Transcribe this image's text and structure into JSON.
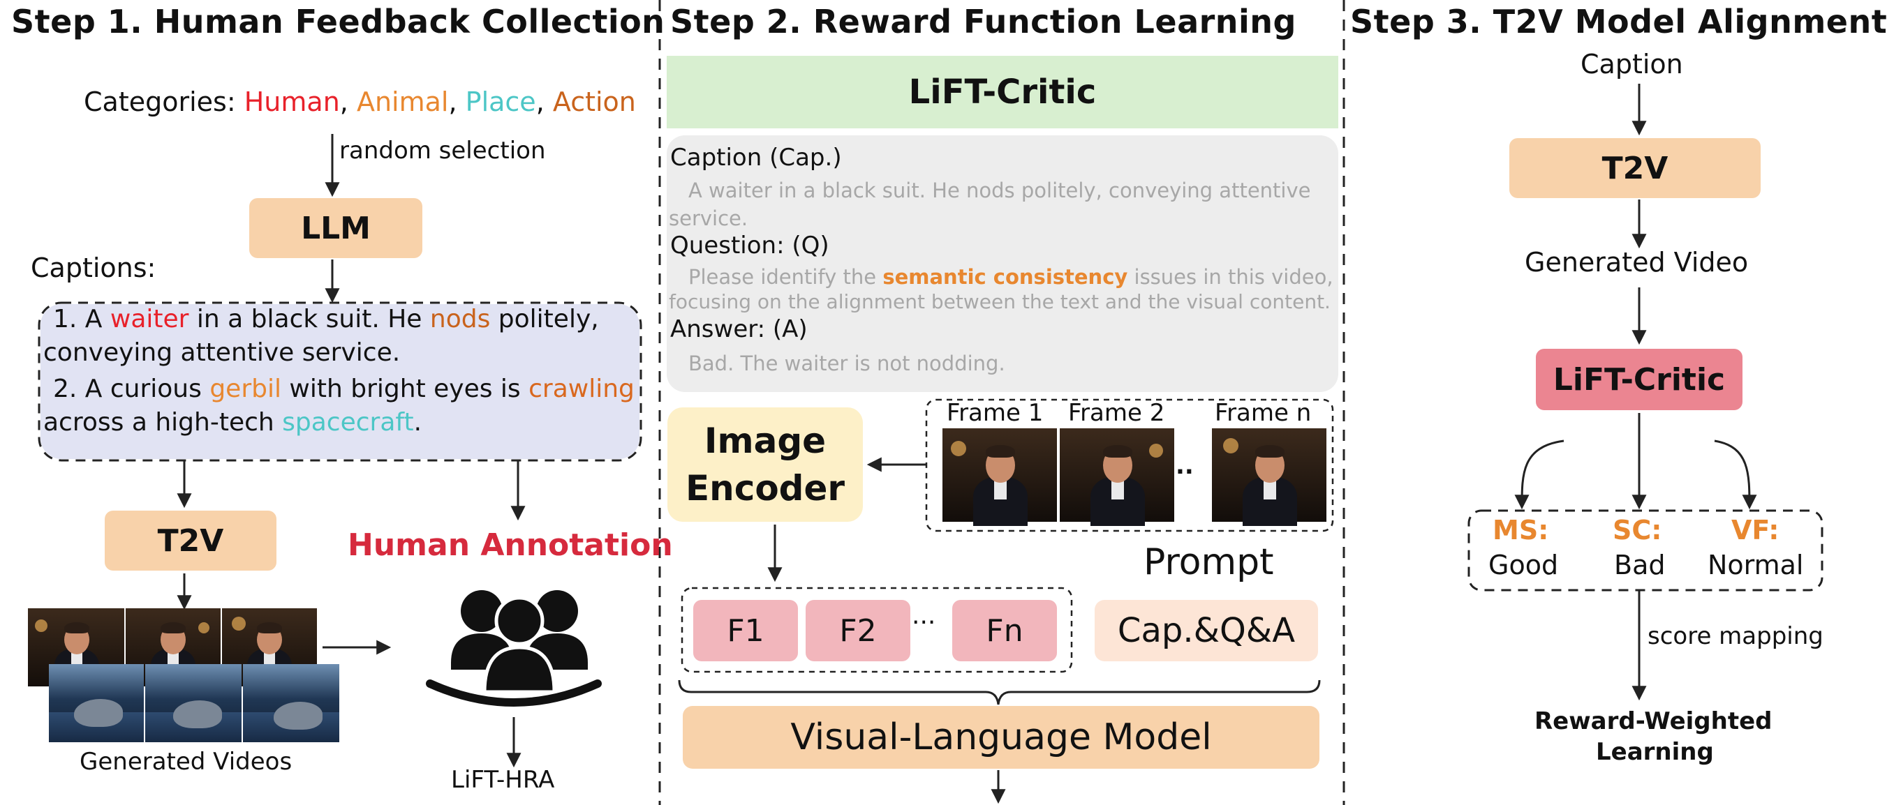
{
  "steps": [
    {
      "title": "Step 1. Human Feedback Collection"
    },
    {
      "title": "Step 2. Reward Function Learning"
    },
    {
      "title": "Step 3. T2V Model Alignment"
    }
  ],
  "step1": {
    "categories_label": "Categories:",
    "categories": [
      {
        "text": "Human",
        "color": "#e8212a"
      },
      {
        "text": "Animal",
        "color": "#e8872f"
      },
      {
        "text": "Place",
        "color": "#4cc6c6"
      },
      {
        "text": "Action",
        "color": "#c9631c"
      }
    ],
    "random_selection": "random selection",
    "llm": "LLM",
    "captions_label": "Captions:",
    "caption1": {
      "p1": "1. A ",
      "w1": "waiter",
      "p2": " in a black suit. He ",
      "w2": "nods",
      "p3": " politely,",
      "line2": "conveying attentive service."
    },
    "caption2": {
      "p1": "2. A curious ",
      "w1": "gerbil",
      "p2": " with bright eyes is ",
      "w2": "crawling",
      "line2a": "across a high-tech ",
      "w3": "spacecraft",
      "line2b": "."
    },
    "t2v": "T2V",
    "human_annotation": "Human Annotation",
    "generated_videos": "Generated Videos",
    "lift_hra": "LiFT-HRA"
  },
  "step2": {
    "critic": "LiFT-Critic",
    "caption_label": "Caption (Cap.)",
    "caption_text_line1": "A waiter in a black suit. He nods politely, conveying attentive",
    "caption_text_line2": "service.",
    "question_label": "Question: (Q)",
    "question_pre": "Please identify the ",
    "question_highlight": "semantic consistency",
    "question_post": " issues in this video,",
    "question_line2": "focusing on the alignment between the text and the visual content.",
    "answer_label": "Answer: (A)",
    "answer_text": "Bad. The waiter is not nodding.",
    "image_encoder_line1": "Image",
    "image_encoder_line2": "Encoder",
    "frame1": "Frame 1",
    "frame2": "Frame 2",
    "framen": "Frame n",
    "frame_dots": "..",
    "features": [
      "F1",
      "F2",
      "Fn"
    ],
    "feature_dots": "...",
    "prompt_label": "Prompt",
    "prompt_box": "Cap.&Q&A",
    "vlm": "Visual-Language Model"
  },
  "step3": {
    "caption": "Caption",
    "t2v": "T2V",
    "generated_video": "Generated Video",
    "critic": "LiFT-Critic",
    "scores": [
      {
        "label": "MS:",
        "value": "Good"
      },
      {
        "label": "SC:",
        "value": "Bad"
      },
      {
        "label": "VF:",
        "value": "Normal"
      }
    ],
    "score_mapping": "score mapping",
    "reward_line1": "Reward-Weighted",
    "reward_line2": "Learning"
  },
  "colors": {
    "orange_box": "#f8d2aa",
    "pink_box": "#f2b6bc",
    "critic_box": "#eb8591",
    "green_header": "#d8efd0",
    "gray_panel": "#ededed",
    "lavender_panel": "#e1e3f3",
    "yellow_box": "#fdf0c8",
    "peach_box": "#fde5d6",
    "orange_text": "#e8872f",
    "red_text": "#e8212a",
    "crimson_title": "#d62a3d"
  }
}
